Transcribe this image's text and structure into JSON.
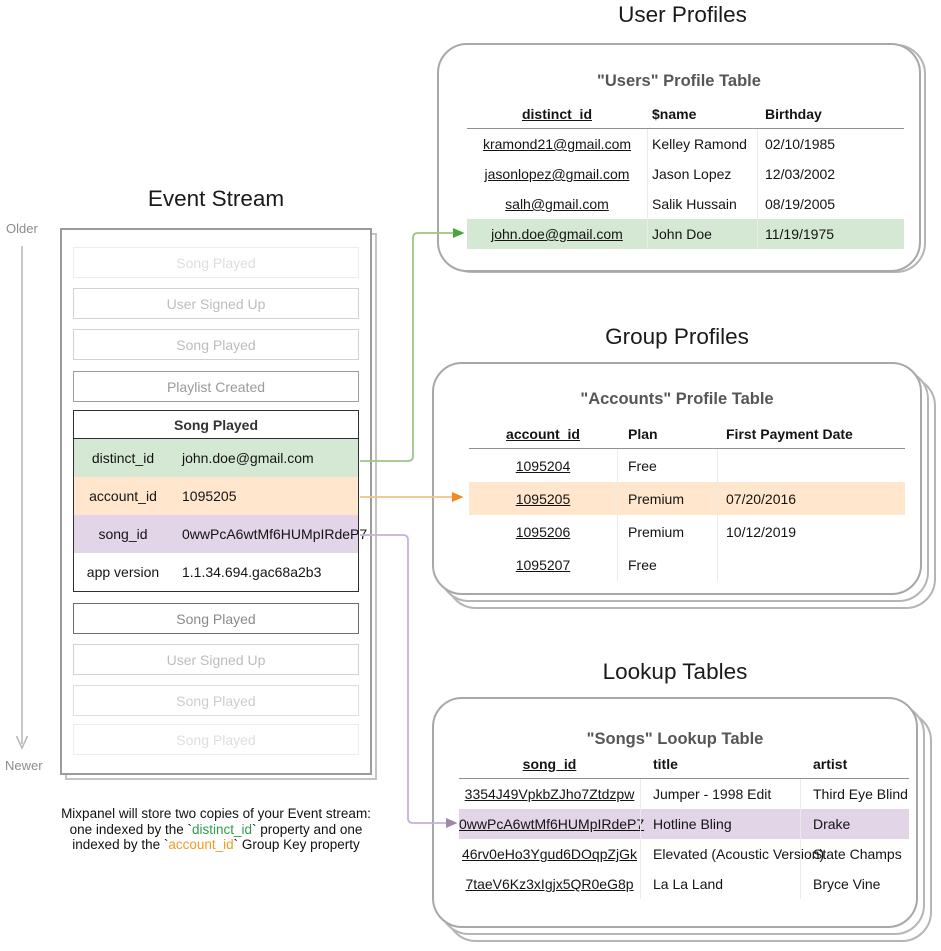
{
  "colors": {
    "highlight_green": "#d5e8d4",
    "highlight_orange": "#ffe6cc",
    "highlight_purple": "#e1d5e7",
    "arrow_green": "#9cc583",
    "arrow_green_head": "#4aa53e",
    "arrow_orange": "#eec28a",
    "arrow_orange_head": "#f28a1f",
    "arrow_purple": "#c6b2d2",
    "arrow_purple_head": "#9d89ab",
    "code_green": "#2b9e4e",
    "code_orange": "#f59a23"
  },
  "event_stream": {
    "title": "Event Stream",
    "older_label": "Older",
    "newer_label": "Newer",
    "events_before": [
      {
        "label": "Song Played"
      },
      {
        "label": "User Signed Up"
      },
      {
        "label": "Song Played"
      },
      {
        "label": "Playlist Created"
      }
    ],
    "expanded_event": {
      "title": "Song Played",
      "properties": [
        {
          "key": "distinct_id",
          "value": "john.doe@gmail.com",
          "highlight": "green"
        },
        {
          "key": "account_id",
          "value": "1095205",
          "highlight": "orange"
        },
        {
          "key": "song_id",
          "value": "0wwPcA6wtMf6HUMpIRdeP7",
          "highlight": "purple"
        },
        {
          "key": "app version",
          "value": "1.1.34.694.gac68a2b3",
          "highlight": "none"
        }
      ]
    },
    "events_after": [
      {
        "label": "Song Played"
      },
      {
        "label": "User Signed Up"
      },
      {
        "label": "Song Played"
      },
      {
        "label": "Song Played"
      }
    ]
  },
  "caption": {
    "line1": "Mixpanel will store two copies of your Event stream:",
    "line2_pre": "one indexed by the `",
    "line2_code": "distinct_id",
    "line2_post": "` property and one",
    "line3_pre": "indexed by the `",
    "line3_code": "account_id",
    "line3_post": "` Group Key property"
  },
  "user_profiles": {
    "section_title": "User Profiles",
    "table_title": "\"Users\" Profile Table",
    "columns": [
      "distinct_id",
      "$name",
      "Birthday"
    ],
    "rows": [
      [
        "kramond21@gmail.com",
        "Kelley Ramond",
        "02/10/1985"
      ],
      [
        "jasonlopez@gmail.com",
        "Jason Lopez",
        "12/03/2002"
      ],
      [
        "salh@gmail.com",
        "Salik Hussain",
        "08/19/2005"
      ],
      [
        "john.doe@gmail.com",
        "John Doe",
        "11/19/1975"
      ]
    ]
  },
  "group_profiles": {
    "section_title": "Group Profiles",
    "table_title": "\"Accounts\" Profile Table",
    "columns": [
      "account_id",
      "Plan",
      "First Payment Date"
    ],
    "rows": [
      [
        "1095204",
        "Free",
        ""
      ],
      [
        "1095205",
        "Premium",
        "07/20/2016"
      ],
      [
        "1095206",
        "Premium",
        "10/12/2019"
      ],
      [
        "1095207",
        "Free",
        ""
      ]
    ]
  },
  "lookup_tables": {
    "section_title": "Lookup Tables",
    "table_title": "\"Songs\" Lookup Table",
    "columns": [
      "song_id",
      "title",
      "artist"
    ],
    "rows": [
      [
        "3354J49VpkbZJho7Ztdzpw",
        "Jumper - 1998 Edit",
        "Third Eye Blind"
      ],
      [
        "0wwPcA6wtMf6HUMpIRdeP7",
        "Hotline Bling",
        "Drake"
      ],
      [
        "46rv0eHo3Ygud6DOqpZjGk",
        "Elevated (Acoustic Version)",
        "State Champs"
      ],
      [
        "7taeV6Kz3xIgjx5QR0eG8p",
        "La La Land",
        "Bryce Vine"
      ]
    ]
  }
}
